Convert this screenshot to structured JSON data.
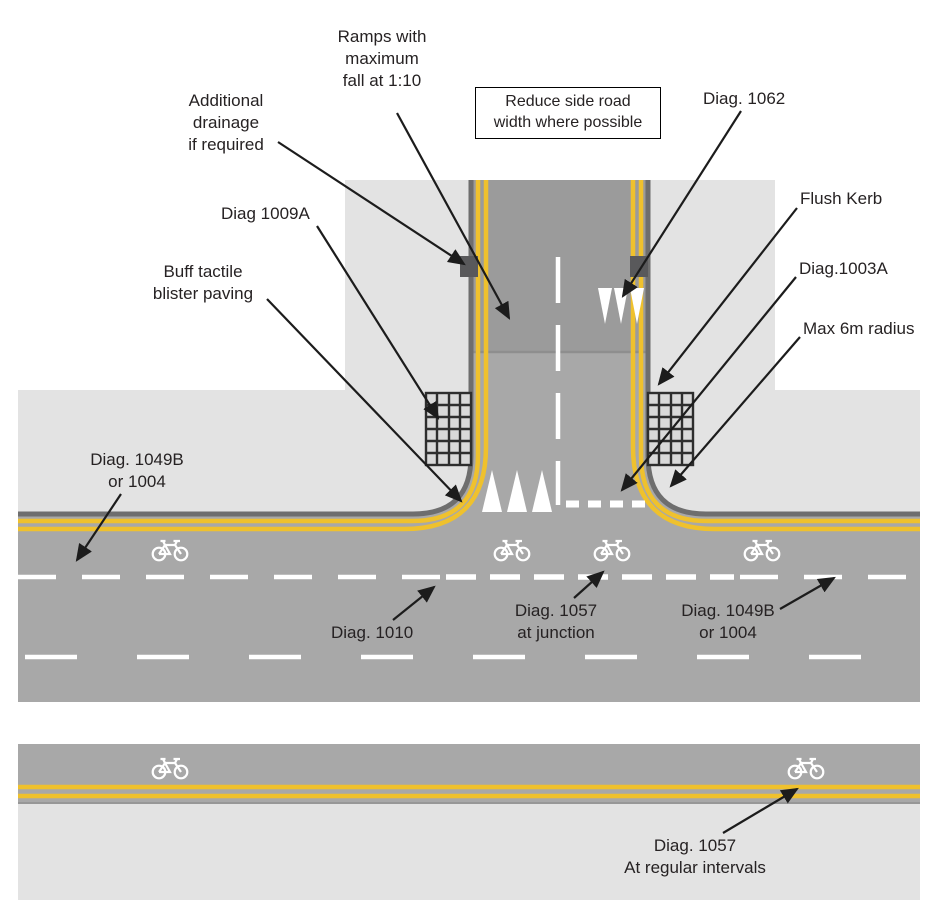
{
  "title": "Cycle lane side road junction treatment diagram",
  "labels": {
    "ramps": "Ramps with\nmaximum\nfall at 1:10",
    "drainage": "Additional\ndrainage\nif required",
    "reduce_box": "Reduce side road\nwidth where possible",
    "diag_1062": "Diag. 1062",
    "flush_kerb": "Flush Kerb",
    "diag_1009a": "Diag 1009A",
    "diag_1003a": "Diag.1003A",
    "buff_tactile": "Buff tactile\nblister paving",
    "max_6m": "Max 6m radius",
    "diag_1049b_left": "Diag. 1049B\nor 1004",
    "diag_1010": "Diag. 1010",
    "diag_1057_junction": "Diag. 1057\nat junction",
    "diag_1049b_right": "Diag. 1049B\nor 1004",
    "diag_1057_regular": "Diag. 1057\nAt regular intervals"
  },
  "symbols": {
    "cycle": "bicycle-road-marking",
    "tactile": "buff-tactile-blister-paving-grid",
    "triangles_top": "road-hump-triangle-markings",
    "triangles_bottom": "road-hump-triangle-markings",
    "drainage_gully": "drainage-gully-square"
  },
  "colors": {
    "footway": "#e3e3e3",
    "carriageway": "#a8a8a8",
    "raised_table": "#9b9b9b",
    "kerb": "#6e6e6e",
    "yellow_line": "#efc12d",
    "white_marking": "#ffffff",
    "tactile_fill": "#d9d9d9",
    "tactile_grid": "#2e2e2e",
    "drainage": "#59595b",
    "arrow": "#1c1c1c",
    "text": "#262223"
  }
}
